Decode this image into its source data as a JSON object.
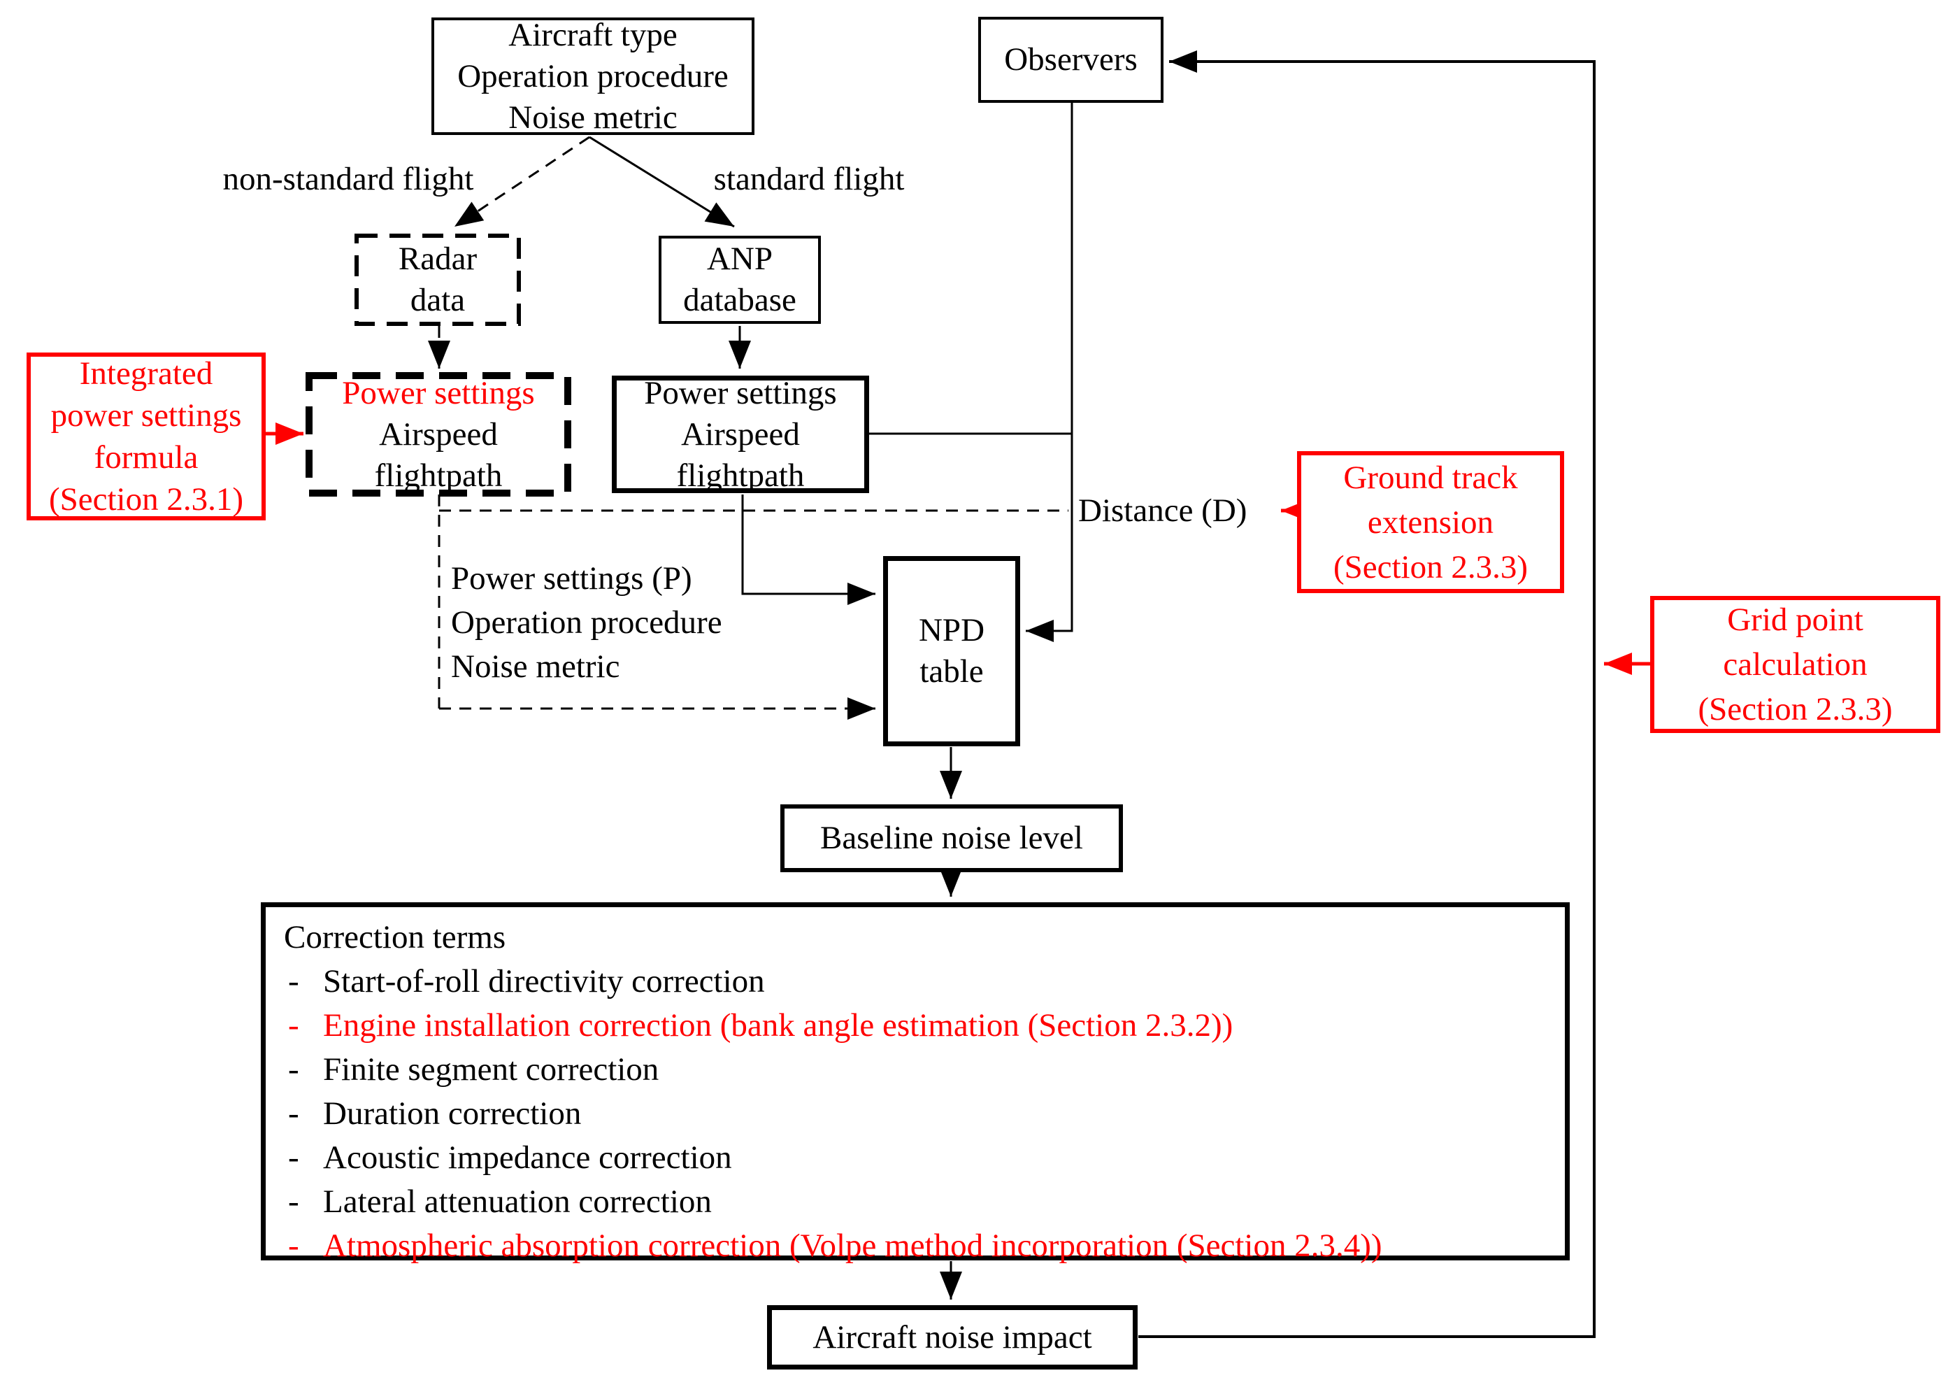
{
  "colors": {
    "red": "#FF0000",
    "black": "#000000",
    "background": "#FFFFFF"
  },
  "nodes": {
    "aircraft_type": {
      "lines": [
        "Aircraft type",
        "Operation procedure",
        "Noise metric"
      ]
    },
    "observers": {
      "label": "Observers"
    },
    "radar_data": {
      "lines": [
        "Radar",
        "data"
      ]
    },
    "anp_database": {
      "lines": [
        "ANP",
        "database"
      ]
    },
    "integrated_power": {
      "lines": [
        "Integrated",
        "power settings",
        "formula",
        "(Section 2.3.1)"
      ],
      "color": "#FF0000"
    },
    "power_nonstandard": {
      "lines": [
        "Power settings",
        "Airspeed",
        "flightpath"
      ],
      "first_line_color": "#FF0000"
    },
    "power_standard": {
      "lines": [
        "Power settings",
        "Airspeed",
        "flightpath"
      ]
    },
    "npd_table": {
      "lines": [
        "NPD",
        "table"
      ]
    },
    "ground_track": {
      "lines": [
        "Ground track",
        "extension",
        "(Section 2.3.3)"
      ],
      "color": "#FF0000"
    },
    "grid_point": {
      "lines": [
        "Grid point",
        "calculation",
        "(Section 2.3.3)"
      ],
      "color": "#FF0000"
    },
    "baseline_noise": {
      "label": "Baseline noise level"
    },
    "correction_terms": {
      "title": "Correction terms",
      "bullet": "-",
      "items": [
        {
          "text": "Start-of-roll directivity correction",
          "color": "#000000"
        },
        {
          "text": "Engine installation correction (bank angle estimation (Section 2.3.2))",
          "color": "#FF0000"
        },
        {
          "text": "Finite segment correction",
          "color": "#000000"
        },
        {
          "text": "Duration correction",
          "color": "#000000"
        },
        {
          "text": "Acoustic impedance correction",
          "color": "#000000"
        },
        {
          "text": "Lateral attenuation correction",
          "color": "#000000"
        },
        {
          "text": "Atmospheric absorption correction (Volpe method incorporation (Section 2.3.4))",
          "color": "#FF0000"
        }
      ]
    },
    "aircraft_noise_impact": {
      "label": "Aircraft noise impact"
    }
  },
  "edge_labels": {
    "non_standard": "non-standard flight",
    "standard": "standard flight",
    "distance": "Distance (D)",
    "npd_inputs": [
      "Power settings (P)",
      "Operation procedure",
      "Noise metric"
    ]
  }
}
